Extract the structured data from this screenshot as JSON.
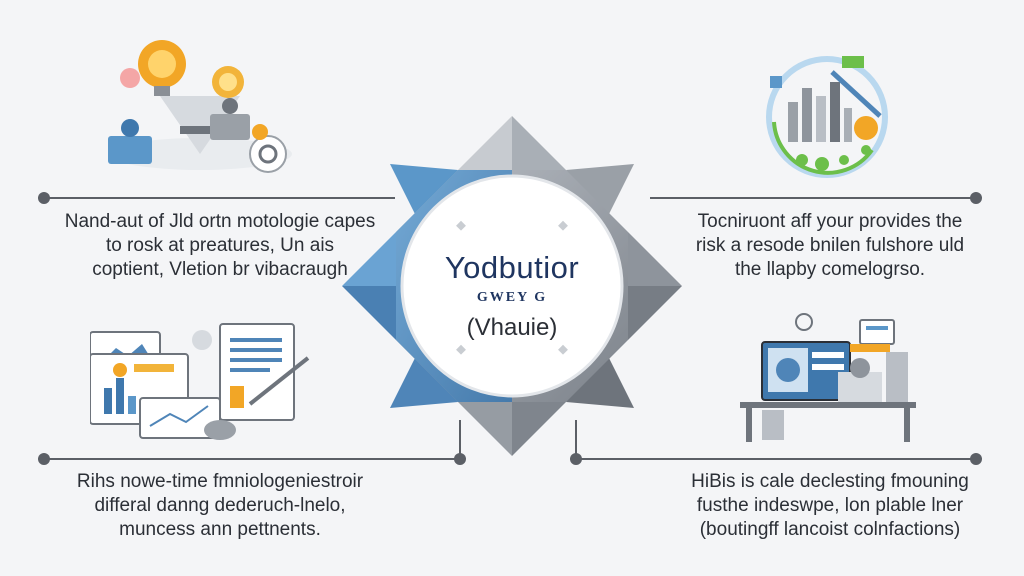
{
  "center": {
    "title": "Yodbutior",
    "subtitle": "GWEY G",
    "parenthetical": "(Vhauie)"
  },
  "panels": {
    "top_left": {
      "lines": [
        "Nand-aut of  Jld ortn motologie  capes",
        "to rosk at preatures,  Un ais",
        "coptient,  Vletion br vibacraugh"
      ]
    },
    "top_right": {
      "lines": [
        "Tocniruont  aff your provides the",
        "risk a resode bnilen fulshore uld",
        "the llapby comelogrso."
      ]
    },
    "bottom_left": {
      "lines": [
        "Rihs nowe-time fmniologeniestroir",
        "differal danng dederuch-lnelo,",
        "muncess ann pettnents."
      ]
    },
    "bottom_right": {
      "lines": [
        "HiBis is cale declesting fmouning",
        "fusthe indeswpe, lon plable lner",
        "(boutingff  lancoist colnfactions)"
      ]
    }
  },
  "colors": {
    "background": "#f4f5f7",
    "line": "#5b5f66",
    "star_blue": "#5b97c9",
    "star_gray": "#8e949c",
    "title_navy": "#1f3560",
    "accent_orange": "#f2a626",
    "accent_green": "#6cbf4a"
  }
}
